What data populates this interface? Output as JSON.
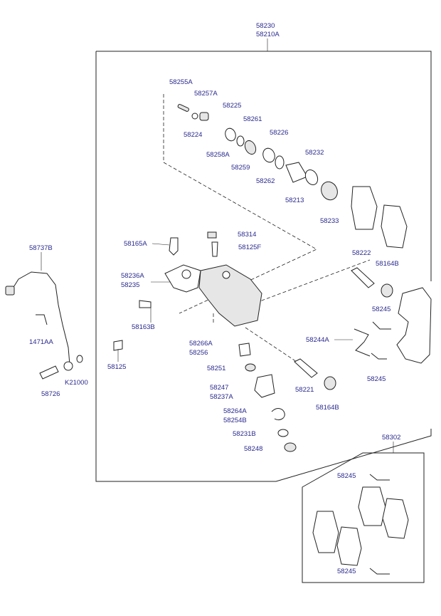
{
  "callouts": {
    "c58230": "58230",
    "c58210A": "58210A",
    "c58255A": "58255A",
    "c58257A": "58257A",
    "c58225": "58225",
    "c58261": "58261",
    "c58224": "58224",
    "c58226": "58226",
    "c58258A": "58258A",
    "c58232": "58232",
    "c58259": "58259",
    "c58262": "58262",
    "c58213": "58213",
    "c58233": "58233",
    "c58314": "58314",
    "c58165A": "58165A",
    "c58125F": "58125F",
    "c58737B": "58737B",
    "c58222": "58222",
    "c58164B_top": "58164B",
    "c58236A": "58236A",
    "c58235": "58235",
    "c58245_a": "58245",
    "c58163B": "58163B",
    "c58244A": "58244A",
    "c1471AA": "1471AA",
    "c58266A": "58266A",
    "c58256": "58256",
    "c58125": "58125",
    "c58245_b": "58245",
    "c58251": "58251",
    "c58726": "58726",
    "cK21000": "K21000",
    "c58221": "58221",
    "c58247": "58247",
    "c58237A": "58237A",
    "c58164B_bot": "58164B",
    "c58264A": "58264A",
    "c58254B": "58254B",
    "c58231B": "58231B",
    "c58302": "58302",
    "c58248": "58248",
    "c58245_c": "58245",
    "c58245_d": "58245"
  },
  "colors": {
    "label": "#2a2a8e",
    "line": "#222222"
  }
}
